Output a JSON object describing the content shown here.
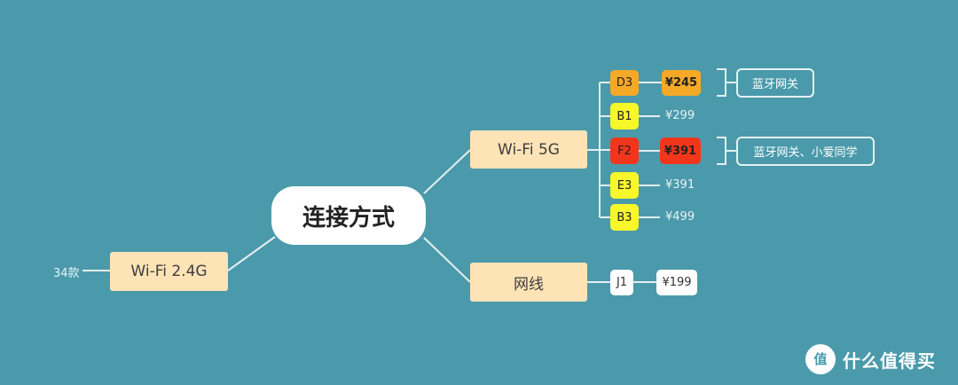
{
  "center": "连接方式",
  "branches": {
    "wifi24": {
      "label": "Wi-Fi 2.4G",
      "count": "34款"
    },
    "wifi5": {
      "label": "Wi-Fi 5G",
      "items": [
        {
          "model": "D3",
          "price": "¥245",
          "note": "蓝牙网关"
        },
        {
          "model": "B1",
          "price": "¥299"
        },
        {
          "model": "F2",
          "price": "¥391",
          "note": "蓝牙网关、小爱同学"
        },
        {
          "model": "E3",
          "price": "¥391"
        },
        {
          "model": "B3",
          "price": "¥499"
        }
      ]
    },
    "wired": {
      "label": "网线",
      "items": [
        {
          "model": "J1",
          "price": "¥199"
        }
      ]
    }
  },
  "watermark": "什么值得买",
  "colors": {
    "background": "#4a9aab",
    "branch": "#fde3b6",
    "orange": "#f5a927",
    "yellow": "#f7f72a",
    "red": "#f2361c"
  }
}
